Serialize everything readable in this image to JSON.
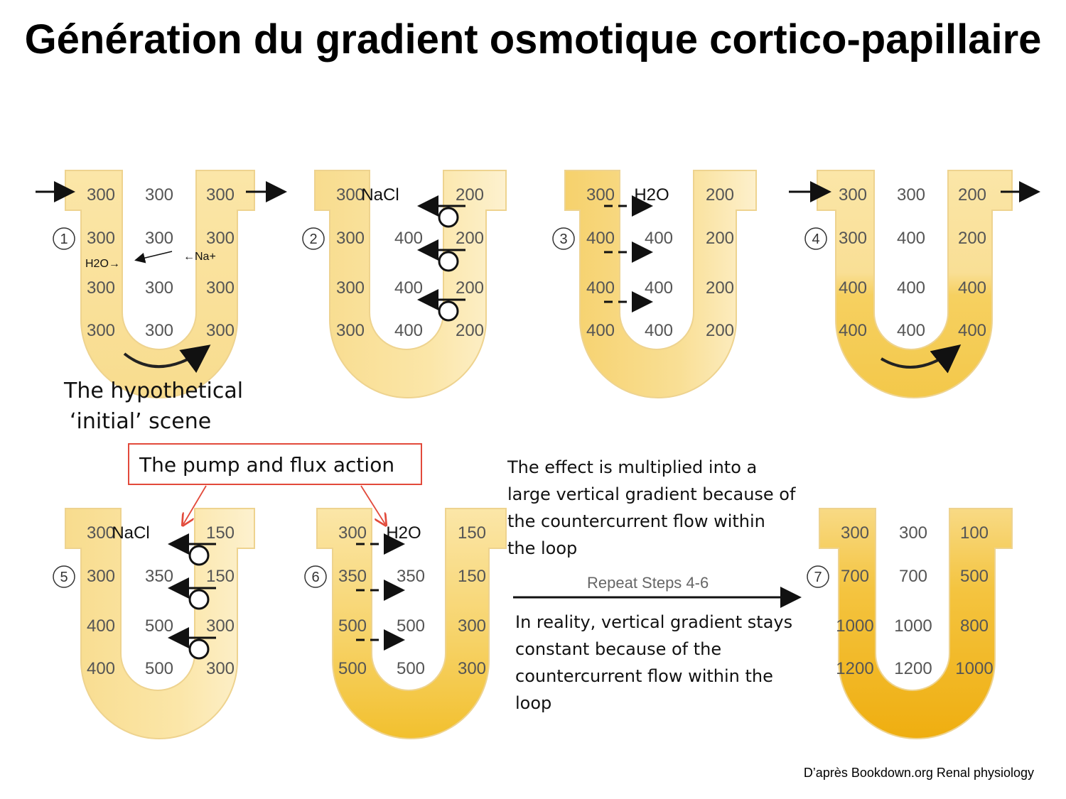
{
  "title": "Génération du gradient osmotique cortico-papillaire",
  "source": "D’après Bookdown.org Renal physiology",
  "captions": {
    "initial_line1": "The hypothetical",
    "initial_line2": "‘initial’ scene",
    "pump_flux": "The pump and flux action",
    "effect": [
      "The effect is multiplied into a",
      "large vertical gradient because of",
      "the countercurrent flow within",
      "the loop"
    ],
    "repeat": "Repeat Steps 4-6",
    "reality": [
      "In reality, vertical gradient stays",
      "constant because of the",
      "countercurrent flow within the",
      "loop"
    ]
  },
  "steps": [
    {
      "n": "1",
      "top": [
        "300",
        "300",
        "300"
      ],
      "rows": [
        [
          "300",
          "300",
          "300"
        ],
        [
          "300",
          "300",
          "300"
        ],
        [
          "300",
          "300",
          "300"
        ]
      ],
      "h2o": "H2O→",
      "na": "←Na+"
    },
    {
      "n": "2",
      "top": [
        "300",
        "NaCl",
        "200"
      ],
      "rows": [
        [
          "300",
          "400",
          "200"
        ],
        [
          "300",
          "400",
          "200"
        ],
        [
          "300",
          "400",
          "200"
        ]
      ]
    },
    {
      "n": "3",
      "top": [
        "300",
        "H2O",
        "200"
      ],
      "rows": [
        [
          "400",
          "400",
          "200"
        ],
        [
          "400",
          "400",
          "200"
        ],
        [
          "400",
          "400",
          "200"
        ]
      ]
    },
    {
      "n": "4",
      "top": [
        "300",
        "300",
        "200"
      ],
      "rows": [
        [
          "300",
          "400",
          "200"
        ],
        [
          "400",
          "400",
          "400"
        ],
        [
          "400",
          "400",
          "400"
        ]
      ]
    },
    {
      "n": "5",
      "top": [
        "300",
        "NaCl",
        "150"
      ],
      "rows": [
        [
          "300",
          "350",
          "150"
        ],
        [
          "400",
          "500",
          "300"
        ],
        [
          "400",
          "500",
          "300"
        ]
      ]
    },
    {
      "n": "6",
      "top": [
        "300",
        "H2O",
        "150"
      ],
      "rows": [
        [
          "350",
          "350",
          "150"
        ],
        [
          "500",
          "500",
          "300"
        ],
        [
          "500",
          "500",
          "300"
        ]
      ]
    },
    {
      "n": "7",
      "top": [
        "300",
        "300",
        "100"
      ],
      "rows": [
        [
          "700",
          "700",
          "500"
        ],
        [
          "1000",
          "1000",
          "800"
        ],
        [
          "1200",
          "1200",
          "1000"
        ]
      ]
    }
  ],
  "colors": {
    "pale": "#fbe9b4",
    "mid": "#f7d67a",
    "deep": "#f2b81c",
    "border": "#e9cf8a",
    "arrow": "#111111",
    "callout": "#e24a3b"
  }
}
